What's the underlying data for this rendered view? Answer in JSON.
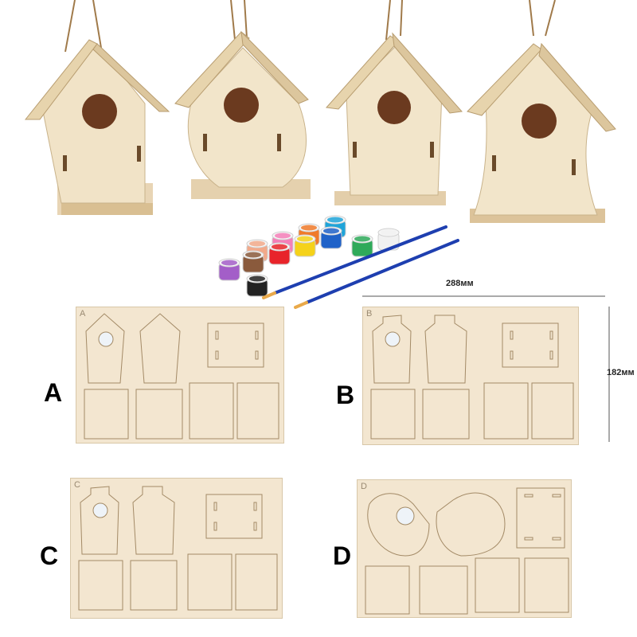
{
  "image": {
    "description_free": true
  },
  "houses": [
    {
      "style": "angled-pentagon"
    },
    {
      "style": "rounded-teardrop"
    },
    {
      "style": "pentagon"
    },
    {
      "style": "curved-tall"
    }
  ],
  "paint_colors": [
    "#f47fb8",
    "#f07a2a",
    "#1fa4d9",
    "#a35ec8",
    "#f2a98a",
    "#8a5a3c",
    "#e8242a",
    "#f5d21a",
    "#1f62c8",
    "#2faa5a",
    "#f1f1f1",
    "#222222"
  ],
  "brush_color": "#1e3fb0",
  "panels": [
    {
      "letter": "A",
      "corner": "A"
    },
    {
      "letter": "B",
      "corner": "B"
    },
    {
      "letter": "C",
      "corner": "C"
    },
    {
      "letter": "D",
      "corner": "D"
    }
  ],
  "dimensions": {
    "width_label": "288мм",
    "height_label": "182мм"
  }
}
